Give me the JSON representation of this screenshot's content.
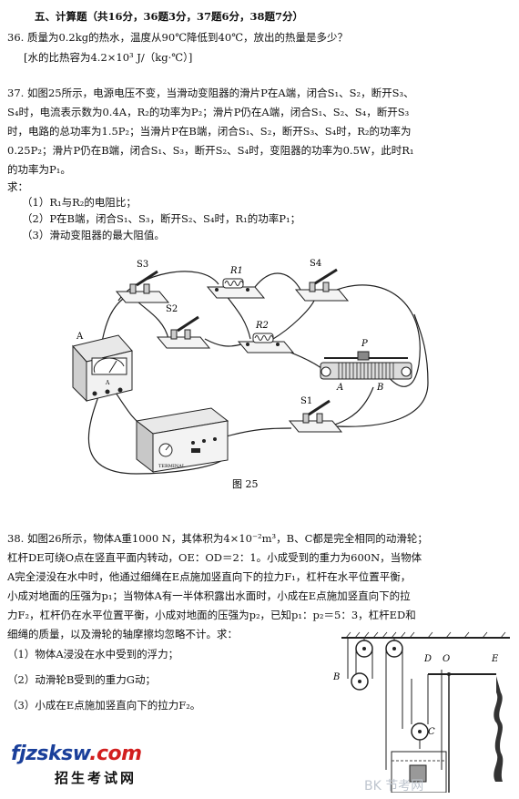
{
  "section_title": "五、计算题（共16分，36题3分，37题6分，38题7分）",
  "q36": {
    "line1": "36.   质量为0.2kg的热水，温度从90℃降低到40℃，放出的热量是多少？",
    "line2": "[水的比热容为4.2×10³ J/（kg·℃）]"
  },
  "q37": {
    "lines": [
      "37.  如图25所示，电源电压不变，当滑动变阻器的滑片P在A端，闭合S₁、S₂，断开S₃、",
      "S₄时，电流表示数为0.4A，R₂的功率为P₂；滑片P仍在A端，闭合S₁、S₂、S₄，断开S₃",
      "时，电路的总功率为1.5P₂；当滑片P在B端，闭合S₁、S₂，断开S₃、S₄时，R₂的功率为",
      "0.25P₂；滑片P仍在B端，闭合S₁、S₃，断开S₂、S₄时，变阻器的功率为0.5W，此时R₁",
      "的功率为P₁。",
      "求："
    ],
    "sub": [
      "（1）R₁与R₂的电阻比；",
      "（2）P在B端，闭合S₁、S₃，断开S₂、S₄时，R₁的功率P₁；",
      "（3）滑动变阻器的最大阻值。"
    ]
  },
  "figure25": {
    "caption": "图 25",
    "labels": {
      "s3": "S3",
      "s4": "S4",
      "s2": "S2",
      "s1": "S1",
      "r1": "R1",
      "r2": "R2",
      "a_meter": "A",
      "p": "P",
      "a": "A",
      "b": "B",
      "brand": "TERMINAL"
    }
  },
  "q38": {
    "lines": [
      "38.  如图26所示，物体A重1000 N，其体积为4×10⁻²m³，B、C都是完全相同的动滑轮；",
      "杠杆DE可绕O点在竖直平面内转动，OE：OD＝2：1。小成受到的重力为600N，当物体",
      "A完全浸没在水中时，他通过细绳在E点施加竖直向下的拉力F₁，杠杆在水平位置平衡，",
      "小成对地面的压强为p₁；当物体A有一半体积露出水面时，小成在E点施加竖直向下的拉",
      "力F₂，杠杆仍在水平位置平衡，小成对地面的压强为p₂，已知p₁：p₂＝5：3，杠杆ED和",
      "细绳的质量，以及滑轮的轴摩擦均忽略不计。求："
    ],
    "sub": [
      "（1）物体A浸没在水中受到的浮力；",
      "（2）动滑轮B受到的重力G动；",
      "（3）小成在E点施加竖直向下的拉力F₂。"
    ]
  },
  "figure26": {
    "labels": {
      "b": "B",
      "c": "C",
      "d": "D",
      "o": "O",
      "e": "E"
    }
  },
  "watermark": {
    "brand_main": "fjzsksw",
    "brand_dom": ".com",
    "sub": "招生考试网",
    "bk": "BK 节考网"
  }
}
